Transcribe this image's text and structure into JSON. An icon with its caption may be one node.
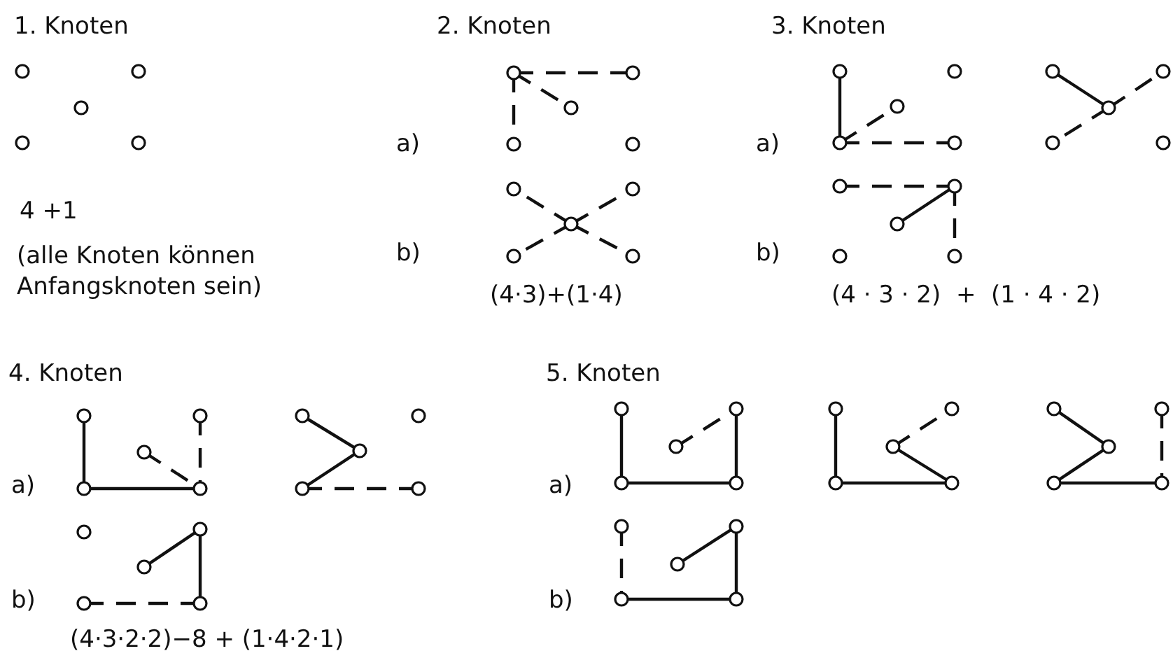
{
  "diagram": {
    "labels": [
      "1. Knoten",
      "2. Knoten",
      "3. Knoten",
      "a)",
      "a)",
      "4 +1",
      "b)",
      "b)",
      "(alle Knoten können Anfangsknoten sein)",
      "(4·3)+(1·4)",
      "(4 · 3 · 2)  +  (1 · 4 · 2)",
      "4. Knoten",
      "5. Knoten",
      "a)",
      "a)",
      "b)",
      "b)",
      "(4·3·2·2)−8 + (1·4·2·1)"
    ]
  }
}
